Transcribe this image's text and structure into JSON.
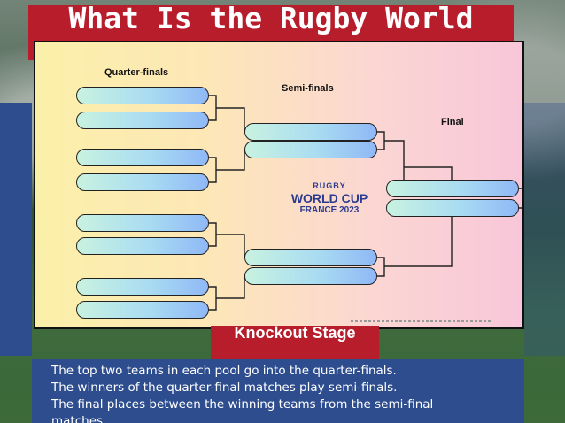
{
  "slide": {
    "title": "What Is the Rugby World Cup?"
  },
  "bracket": {
    "labels": {
      "quarter_finals": "Quarter-finals",
      "semi_finals": "Semi-finals",
      "final": "Final"
    },
    "logo": {
      "line1": "RUGBY",
      "line2": "WORLD CUP",
      "line3": "FRANCE 2023"
    }
  },
  "knockout": {
    "label": "Knockout Stage"
  },
  "info": {
    "lines": [
      "The top two teams in each pool go into the quarter-finals.",
      "The winners of the quarter-final matches play semi-finals.",
      "The final places between the winning teams from the semi-final",
      "matches."
    ]
  },
  "colors": {
    "title_band": "#b71d2b",
    "info_panel": "#2d4d8e",
    "knockout_box": "#b71d2b"
  }
}
